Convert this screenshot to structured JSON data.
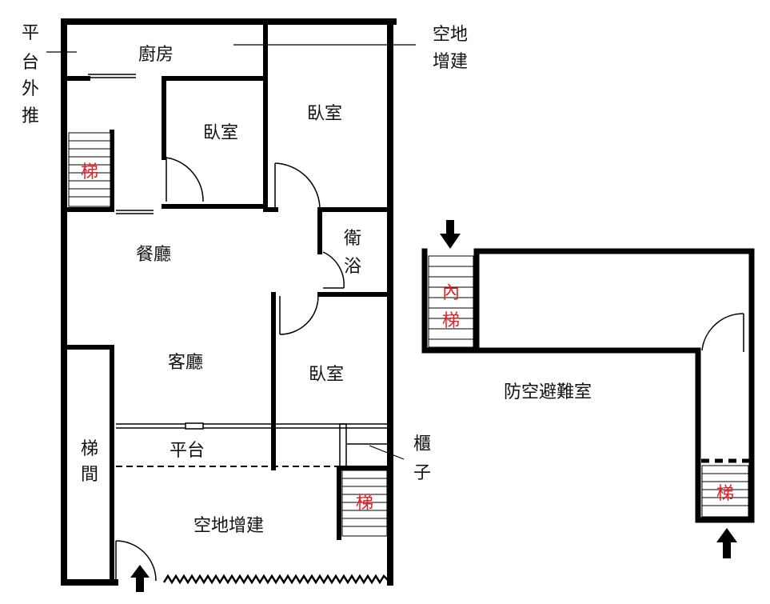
{
  "floor_plan": {
    "rooms": {
      "kitchen": "廚房",
      "bedroom_small": "臥室",
      "bedroom_large": "臥室",
      "dining": "餐廳",
      "bath_1": "衛",
      "bath_2": "浴",
      "living": "客廳",
      "bedroom_lower": "臥室",
      "terrace": "平台",
      "extension": "空地增建",
      "stairwell_1": "梯",
      "stairwell_2": "間"
    },
    "stairs": {
      "upper_left": "梯",
      "lower_right": "梯"
    },
    "annotations": {
      "platform_push": [
        "平",
        "台",
        "外",
        "推"
      ],
      "extension_note": [
        "空地",
        "增建"
      ],
      "cabinet": [
        "櫃",
        "子"
      ]
    }
  },
  "shelter_plan": {
    "title": "防空避難室",
    "inner_stair": [
      "內",
      "梯"
    ],
    "stair": "梯"
  },
  "colors": {
    "wall": "#000000",
    "stair_text": "#e0202a",
    "text": "#111111"
  }
}
